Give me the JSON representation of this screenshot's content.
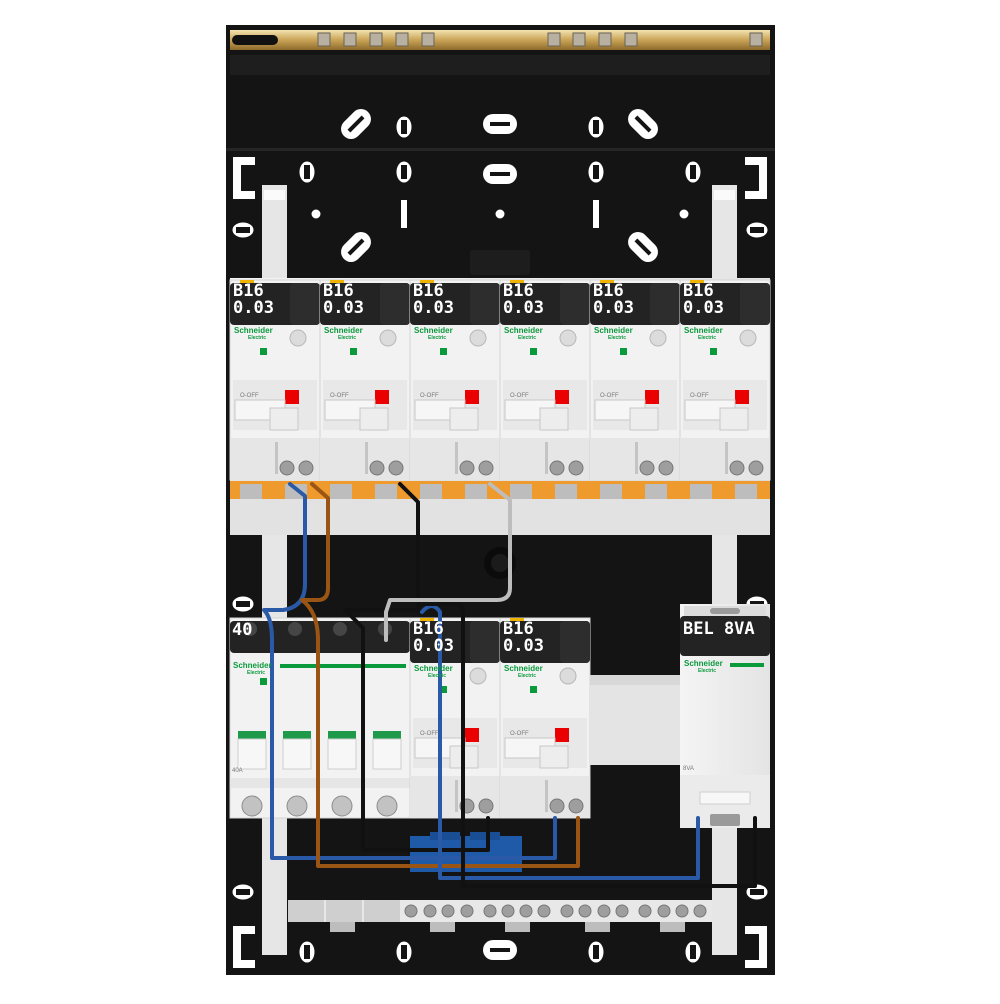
{
  "top_row": {
    "modules": [
      {
        "rating": "B16",
        "sensitivity": "0.03",
        "brand": "Schneider",
        "brand_sub": "Electric",
        "switch_text": "O-OFF"
      },
      {
        "rating": "B16",
        "sensitivity": "0.03",
        "brand": "Schneider",
        "brand_sub": "Electric",
        "switch_text": "O-OFF"
      },
      {
        "rating": "B16",
        "sensitivity": "0.03",
        "brand": "Schneider",
        "brand_sub": "Electric",
        "switch_text": "O-OFF"
      },
      {
        "rating": "B16",
        "sensitivity": "0.03",
        "brand": "Schneider",
        "brand_sub": "Electric",
        "switch_text": "O-OFF"
      },
      {
        "rating": "B16",
        "sensitivity": "0.03",
        "brand": "Schneider",
        "brand_sub": "Electric",
        "switch_text": "O-OFF"
      },
      {
        "rating": "B16",
        "sensitivity": "0.03",
        "brand": "Schneider",
        "brand_sub": "Electric",
        "switch_text": "O-OFF"
      }
    ]
  },
  "bottom_row": {
    "main_switch": {
      "rating": "40",
      "brand": "Schneider",
      "brand_sub": "Electric",
      "side_text": "40A"
    },
    "modules": [
      {
        "rating": "B16",
        "sensitivity": "0.03",
        "brand": "Schneider",
        "brand_sub": "Electric",
        "switch_text": "O-OFF"
      },
      {
        "rating": "B16",
        "sensitivity": "0.03",
        "brand": "Schneider",
        "brand_sub": "Electric",
        "switch_text": "O-OFF"
      }
    ],
    "bell_transformer": {
      "label": "BEL 8VA",
      "brand": "Schneider",
      "brand_sub": "Electric",
      "side_text": "8VA"
    }
  }
}
